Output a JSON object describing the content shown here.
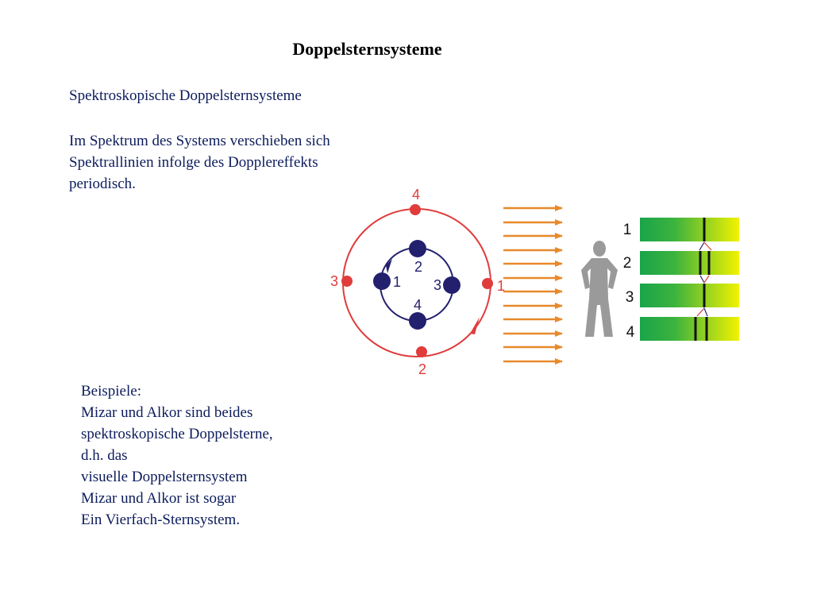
{
  "slide": {
    "title": "Doppelsternsysteme",
    "subtitle": "Spektroskopische Doppelsternsysteme",
    "paragraph_lines": [
      "Im Spektrum des Systems verschieben sich",
      "Spektrallinien infolge des Dopplereffekts",
      "periodisch."
    ],
    "examples_lines": [
      "Beispiele:",
      "Mizar und Alkor sind beides",
      "spektroskopische Doppelsterne,",
      "d.h. das",
      "visuelle Doppelsternsystem",
      "Mizar und Alkor ist sogar",
      "Ein Vierfach-Sternsystem."
    ]
  },
  "figure": {
    "outer_orbit_labels": {
      "top": "4",
      "left": "3",
      "right": "1",
      "bottom": "2"
    },
    "inner_orbit_labels": {
      "top": "2",
      "left": "1",
      "right": "3",
      "bottom": "4"
    },
    "spectrum_labels": [
      "1",
      "2",
      "3",
      "4"
    ],
    "colors": {
      "outer_star": "#e03c3c",
      "inner_star": "#23206e",
      "arrows": "#e8892b",
      "observer": "#9a9a9a",
      "spectrum_green": "#1aa44a",
      "spectrum_yellow": "#f2f200"
    },
    "icons": [
      "observer-figure-icon",
      "light-arrow-icon"
    ]
  }
}
